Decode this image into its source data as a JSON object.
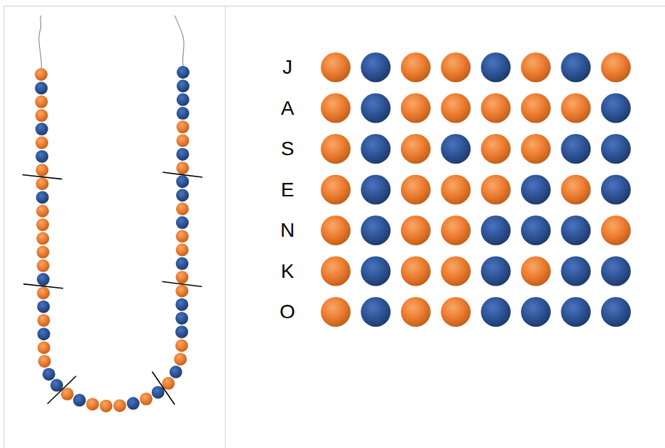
{
  "diagram": {
    "labels": [
      "J",
      "A",
      "S",
      "E",
      "N",
      "K",
      "O"
    ]
  }
}
